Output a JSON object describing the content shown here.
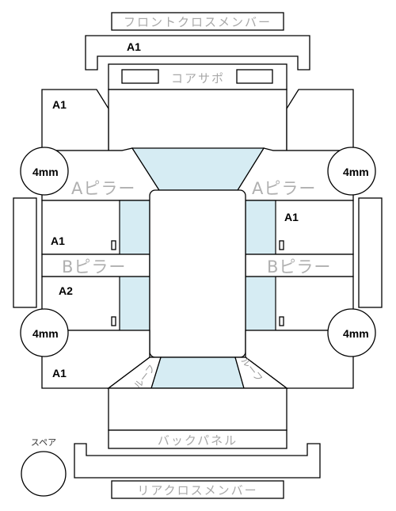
{
  "labels": {
    "front_cross_member": "フロントクロスメンバー",
    "core_support": "コアサポ",
    "a_pillar": "Aピラー",
    "b_pillar": "Bピラー",
    "back_panel": "バックパネル",
    "rear_cross_member": "リアクロスメンバー",
    "spare": "スペア",
    "roof": "ルーフ"
  },
  "grades": {
    "front_member": "A1",
    "front_left": "A1",
    "mid_left_upper": "A1",
    "mid_left_lower": "A2",
    "rear_left": "A1",
    "mid_right_upper": "A1"
  },
  "tires": {
    "front_left": "4mm",
    "front_right": "4mm",
    "rear_left": "4mm",
    "rear_right": "4mm"
  }
}
